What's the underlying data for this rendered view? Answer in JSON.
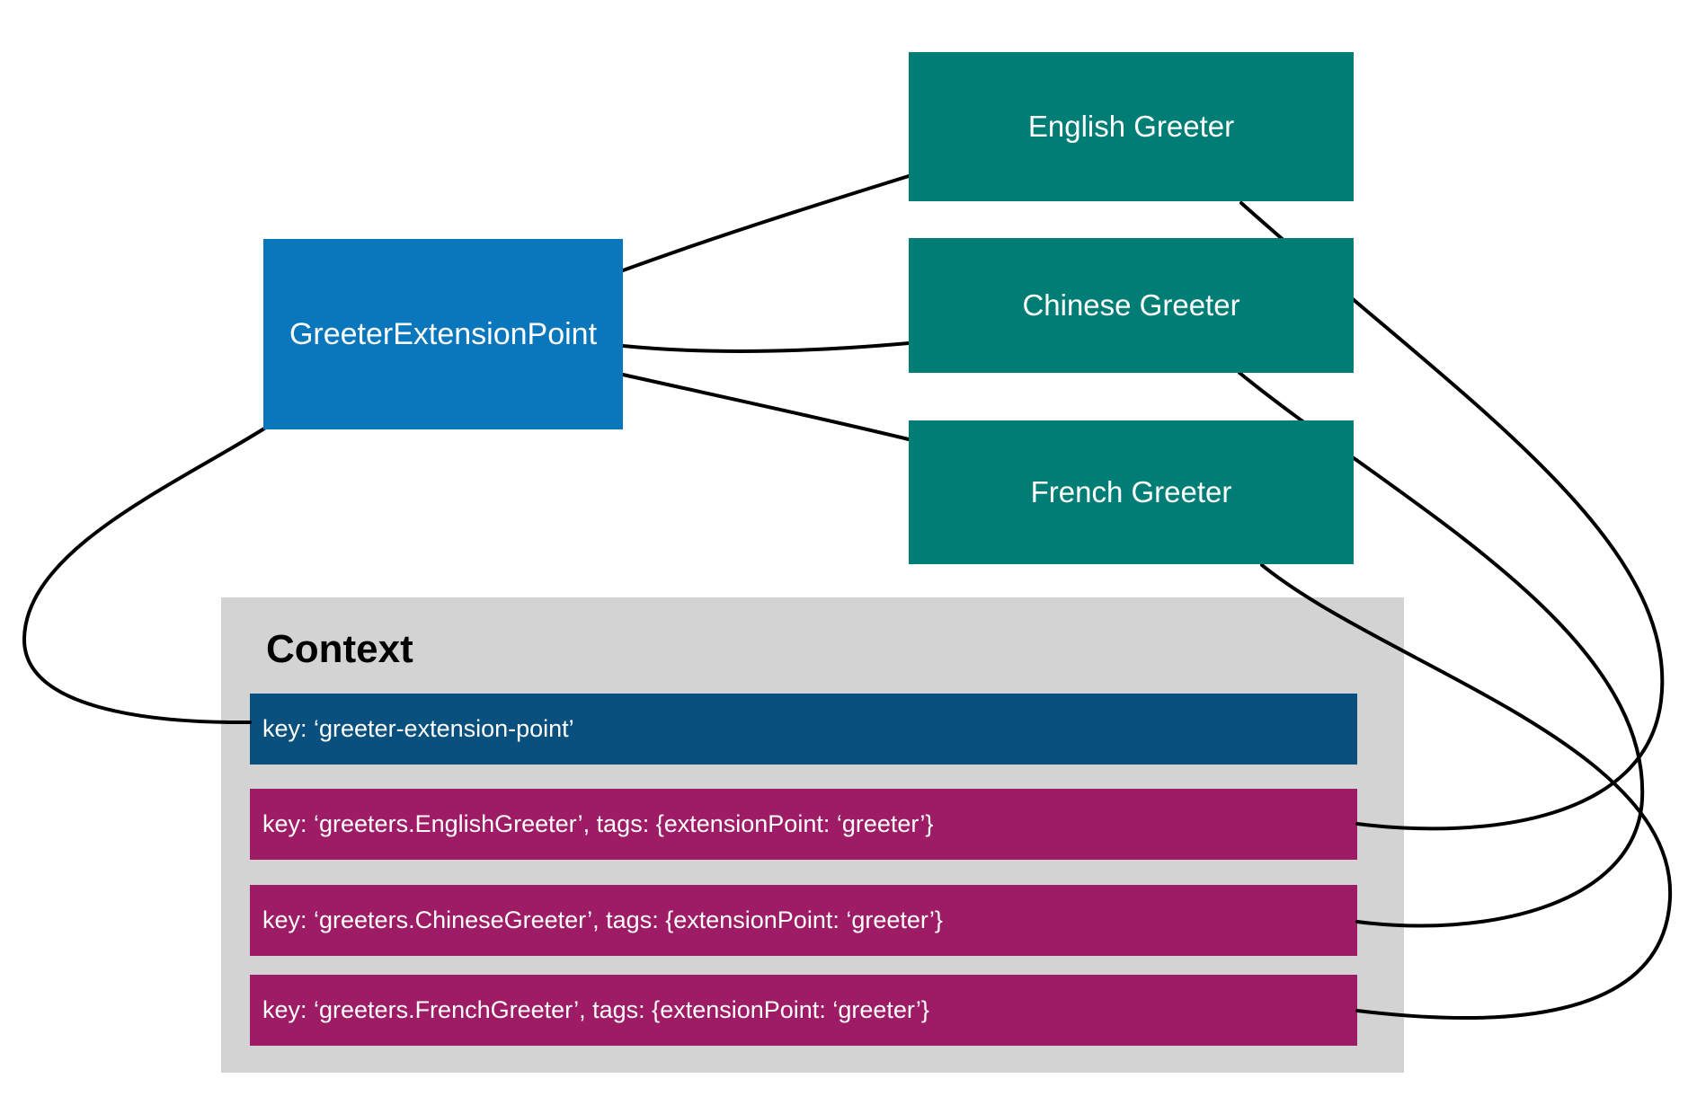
{
  "diagram": {
    "extension_point": {
      "label": "GreeterExtensionPoint"
    },
    "greeters": [
      {
        "label": "English Greeter"
      },
      {
        "label": "Chinese Greeter"
      },
      {
        "label": "French Greeter"
      }
    ],
    "context": {
      "title": "Context",
      "registrations": [
        {
          "text": "key: ‘greeter-extension-point’",
          "kind": "extension-point"
        },
        {
          "text": "key: ‘greeters.EnglishGreeter’, tags: {extensionPoint: ‘greeter’}",
          "kind": "greeter"
        },
        {
          "text": "key: ‘greeters.ChineseGreeter’, tags: {extensionPoint: ‘greeter’}",
          "kind": "greeter"
        },
        {
          "text": "key: ‘greeters.FrenchGreeter’, tags: {extensionPoint: ‘greeter’}",
          "kind": "greeter"
        }
      ]
    },
    "connections": [
      {
        "from": "GreeterExtensionPoint",
        "to": "English Greeter"
      },
      {
        "from": "GreeterExtensionPoint",
        "to": "Chinese Greeter"
      },
      {
        "from": "GreeterExtensionPoint",
        "to": "French Greeter"
      },
      {
        "from": "GreeterExtensionPoint",
        "to": "key: ‘greeter-extension-point’"
      },
      {
        "from": "English Greeter",
        "to": "key: ‘greeters.EnglishGreeter’, tags: {extensionPoint: ‘greeter’}"
      },
      {
        "from": "Chinese Greeter",
        "to": "key: ‘greeters.ChineseGreeter’, tags: {extensionPoint: ‘greeter’}"
      },
      {
        "from": "French Greeter",
        "to": "key: ‘greeters.FrenchGreeter’, tags: {extensionPoint: ‘greeter’}"
      }
    ],
    "colors": {
      "extension_point_blue": "#0a76bb",
      "greeter_teal": "#007d74",
      "context_gray": "#d3d3d3",
      "registration_dark_blue": "#0a507e",
      "registration_magenta": "#9e1b66",
      "connector_black": "#000000",
      "text_white": "#ffffff",
      "title_black": "#000000"
    }
  }
}
